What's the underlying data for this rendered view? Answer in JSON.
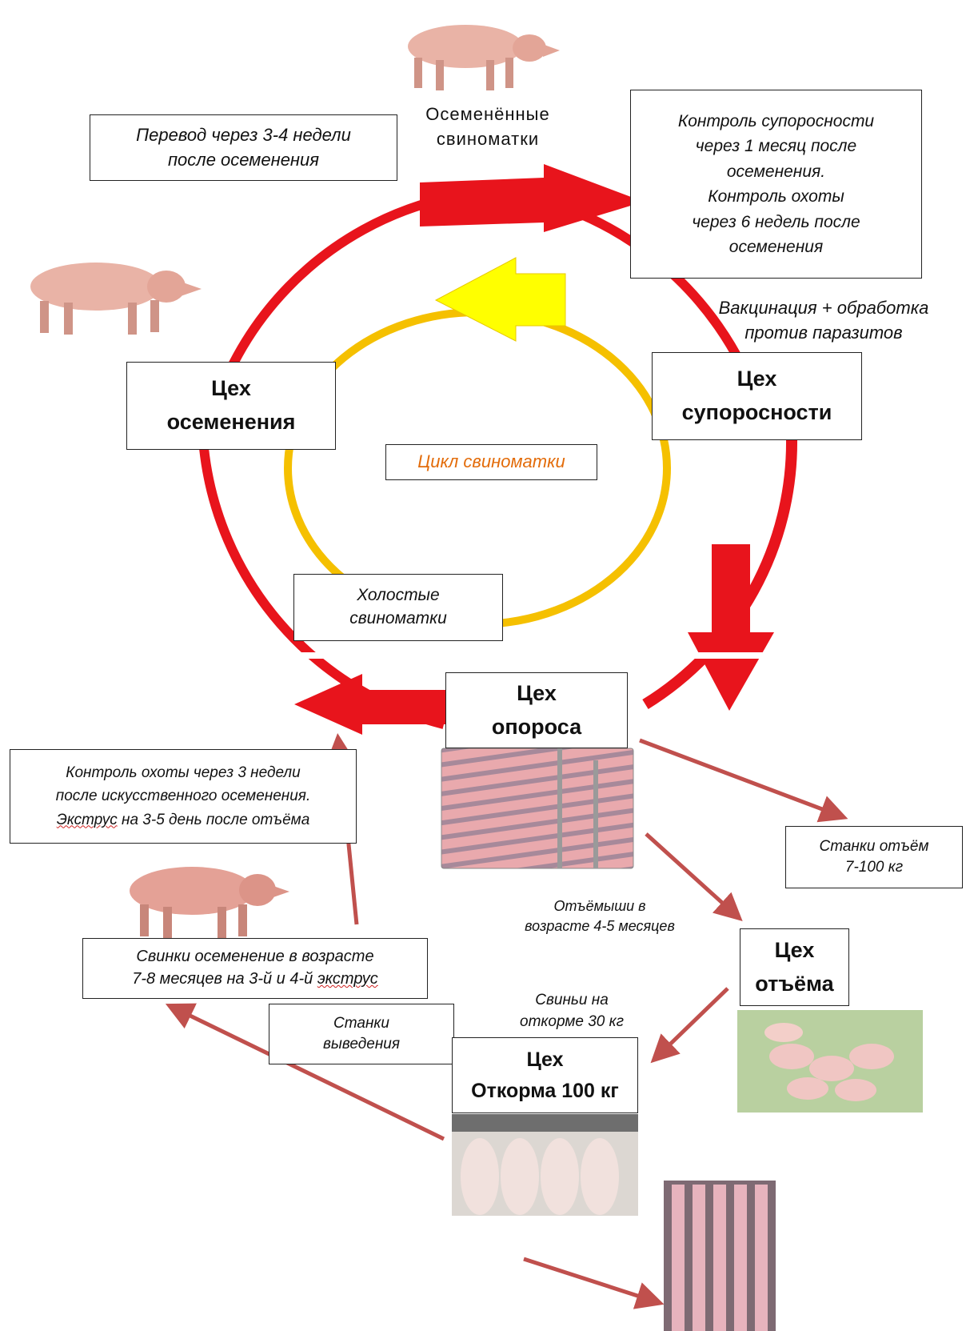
{
  "colors": {
    "outer_cycle": "#e8141c",
    "inner_cycle": "#f5c000",
    "inner_arrow": "#ffff00",
    "flow_arrow": "#c0504d",
    "cycle_label": "#e36c0a",
    "pig_skin": "#e9b3a6"
  },
  "labels": {
    "inseminated_sows": [
      "Осеменённые",
      "свиноматки"
    ],
    "transfer": [
      "Перевод через 3-4 недели",
      "после осеменения"
    ],
    "pregnancy_control": [
      "Контроль супоросности",
      "через 1 месяц после",
      "осеменения.",
      "Контроль охоты",
      "через 6 недель после",
      "осеменения"
    ],
    "vaccination": [
      "Вакцинация + обработка",
      "против паразитов"
    ],
    "sow_cycle": "Цикл свиноматки",
    "empty_sows": [
      "Холостые",
      "свиноматки"
    ],
    "heat_control_line1": "Контроль охоты через 3 недели",
    "heat_control_line2": "после искусственного осеменения.",
    "heat_control_word": "Экструс",
    "heat_control_rest": " на 3-5 день после отъёма",
    "weaning_pens": [
      "Станки отъём",
      "7-100 кг"
    ],
    "weaners": [
      "Отъёмыши в",
      "возрасте 4-5 месяцев"
    ],
    "gilts_line1": "Свинки осеменение в возрасте",
    "gilts_line2": "7-8 месяцев на 3-й и 4-й ",
    "gilts_word": "экструс",
    "finishing_pigs": [
      "Свиньи на",
      "откорме 30 кг"
    ],
    "rearing_pens": [
      "Станки",
      "выведения"
    ]
  },
  "departments": {
    "insemination": [
      "Цех",
      "осеменения"
    ],
    "pregnancy": [
      "Цех",
      "супоросности"
    ],
    "farrowing": [
      "Цех",
      "опороса"
    ],
    "weaning": [
      "Цех",
      "отъёма"
    ],
    "fattening": [
      "Цех",
      "Откорма 100 кг"
    ]
  }
}
